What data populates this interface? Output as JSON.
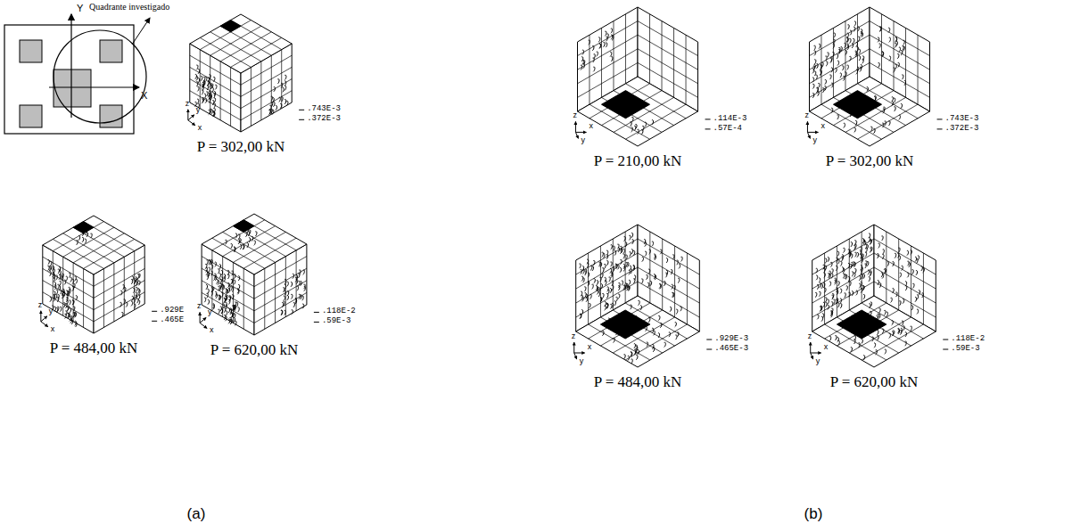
{
  "diagram": {
    "labels": [
      "Y",
      "Quadrante investigado",
      "X",
      "z",
      "y",
      "x",
      ".743E-3",
      ".372E-3",
      "P = 302,00 kN",
      "z",
      "y",
      "x",
      ".929E",
      ".465E",
      "P = 484,00 kN",
      "z",
      "y",
      "x",
      ".118E-2",
      ".59E-3",
      "P = 620,00 kN",
      "(a)",
      "z",
      "x",
      "y",
      ".114E-3",
      ".57E-4",
      "P = 210,00 kN",
      "z",
      "x",
      "y",
      ".743E-3",
      ".372E-3",
      "P = 302,00 kN",
      "z",
      "x",
      "y",
      ".929E-3",
      ".465E-3",
      "P = 484,00 kN",
      "z",
      "x",
      "y",
      ".118E-2",
      ".59E-3",
      "P = 620,00 kN",
      "(b)"
    ]
  }
}
